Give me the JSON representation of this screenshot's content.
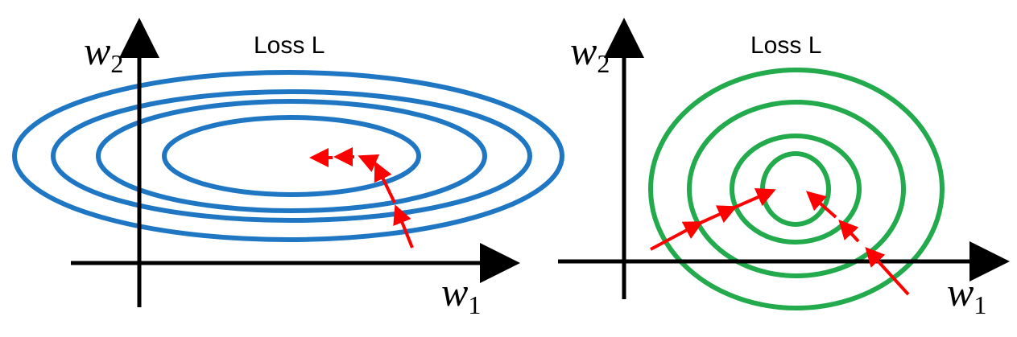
{
  "left_panel": {
    "title": "Loss L",
    "y_axis": {
      "var": "w",
      "sub": "2"
    },
    "x_axis": {
      "var": "w",
      "sub": "1"
    },
    "contour_color": "#1f77c4",
    "contour_count": 4
  },
  "right_panel": {
    "title": "Loss L",
    "y_axis": {
      "var": "w",
      "sub": "2"
    },
    "x_axis": {
      "var": "w",
      "sub": "1"
    },
    "contour_color": "#22aa4c",
    "contour_count": 4
  },
  "arrow_color": "#ff0000",
  "axis_color": "#000000"
}
